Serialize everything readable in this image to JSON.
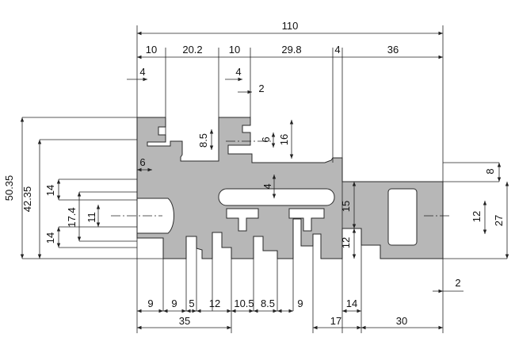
{
  "colors": {
    "profile_fill": "#b7b7b7",
    "profile_stroke": "#2a2a2a",
    "dimension_line": "#222222",
    "background": "#ffffff"
  },
  "dimensions": {
    "top": {
      "overall": "110",
      "segments": [
        "10",
        "20.2",
        "10",
        "29.8",
        "4",
        "36"
      ]
    },
    "slot_top": [
      "4",
      "4",
      "2"
    ],
    "middle": [
      "8.5",
      "6",
      "16",
      "6",
      "4",
      "8",
      "15",
      "12",
      "12",
      "2"
    ],
    "left": [
      "50.35",
      "42.35",
      "14",
      "17.4",
      "11",
      "14"
    ],
    "right": [
      "27"
    ],
    "bottom_row1": [
      "9",
      "9",
      "5",
      "12",
      "10.5",
      "8.5",
      "9",
      "14"
    ],
    "bottom_row2": [
      "35",
      "17",
      "30"
    ]
  }
}
